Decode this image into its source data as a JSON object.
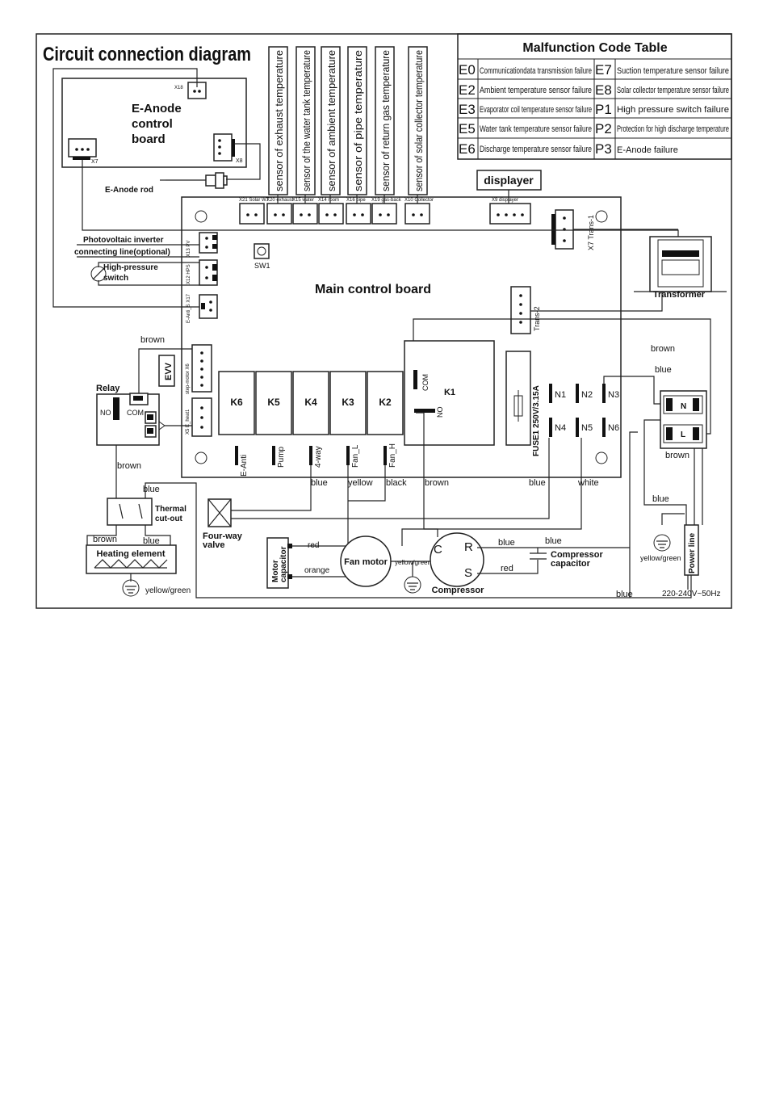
{
  "title": "Circuit connection diagram",
  "malfunction_table": {
    "title": "Malfunction Code Table",
    "rows": [
      {
        "code_left": "E0",
        "desc_left": "Communicationdata transmission failure",
        "code_right": "E7",
        "desc_right": "Suction temperature sensor failure"
      },
      {
        "code_left": "E2",
        "desc_left": "Ambient temperature sensor failure",
        "code_right": "E8",
        "desc_right": "Solar collector temperature sensor failure"
      },
      {
        "code_left": "E3",
        "desc_left": "Evaporator coil temperature sensor failure",
        "code_right": "P1",
        "desc_right": "High pressure switch failure"
      },
      {
        "code_left": "E5",
        "desc_left": "Water tank temperature sensor failure",
        "code_right": "P2",
        "desc_right": "Protection for high discharge temperature"
      },
      {
        "code_left": "E6",
        "desc_left": "Discharge temperature sensor failure",
        "code_right": "P3",
        "desc_right": "E-Anode failure"
      }
    ]
  },
  "sensors": [
    "sensor of exhaust temperature",
    "sensor of the water tank temperature",
    "sensor of ambient temperature",
    "sensor of pipe temperature",
    "sensor of return gas temperature",
    "sensor of solar collector temperature"
  ],
  "eanode": {
    "line1": "E-Anode",
    "line2": "control",
    "line3": "board",
    "x18": "X18",
    "x7": "X7",
    "x8": "X8",
    "rod": "E-Anode rod"
  },
  "displayer": {
    "label": "displayer",
    "port": "X9 displayer"
  },
  "top_ports": [
    "X21 Solar WT",
    "X20 exhaust",
    "X15 water",
    "X14 room",
    "X16 pipe",
    "X19 gas-back",
    "X10 Collector"
  ],
  "main_board": {
    "title": "Main control board",
    "sw1": "SW1",
    "x7_trans": "X7 Trans-1",
    "trans2": "Trans-2",
    "pv_port": "X13 PV",
    "hps_port": "X12 HPS",
    "eanti_port": "E-Anti_S X17",
    "stepmotor_port": "step-motor X6",
    "eheat_port": "X5 E_heat1",
    "evv": "EVV",
    "relays": [
      "K6",
      "K5",
      "K4",
      "K3",
      "K2"
    ],
    "relay_labels": [
      "E-Anti",
      "Pump",
      "4-way",
      "Fan_L",
      "Fan_H"
    ],
    "k1": "K1",
    "com": "COM",
    "no": "NO",
    "fuse": "FUSE1 250V/3.15A",
    "neutrals": [
      "N1",
      "N2",
      "N3",
      "N4",
      "N5",
      "N6"
    ]
  },
  "left_side": {
    "pv_line1": "Photovoltaic inverter",
    "pv_line2": "connecting line(optional)",
    "hp_line1": "High-pressure",
    "hp_line2": "switch",
    "relay": "Relay",
    "relay_no": "NO",
    "relay_com": "COM",
    "thermal1": "Thermal",
    "thermal2": "cut-out",
    "heating": "Heating element"
  },
  "components": {
    "transformer": "Transformer",
    "four_way_1": "Four-way",
    "four_way_2": "valve",
    "motor_cap_1": "Motor",
    "motor_cap_2": "capacitor",
    "fan_motor": "Fan motor",
    "compressor": "Compressor",
    "comp_c": "C",
    "comp_r": "R",
    "comp_s": "S",
    "comp_cap_1": "Compressor",
    "comp_cap_2": "capacitor",
    "terminal_n": "N",
    "terminal_l": "L",
    "power_line": "Power line",
    "supply": "220-240V~50Hz"
  },
  "wires": {
    "brown": "brown",
    "blue": "blue",
    "yellow": "yellow",
    "black": "black",
    "white": "white",
    "red": "red",
    "orange": "orange",
    "yellow_green": "yellow/green"
  }
}
